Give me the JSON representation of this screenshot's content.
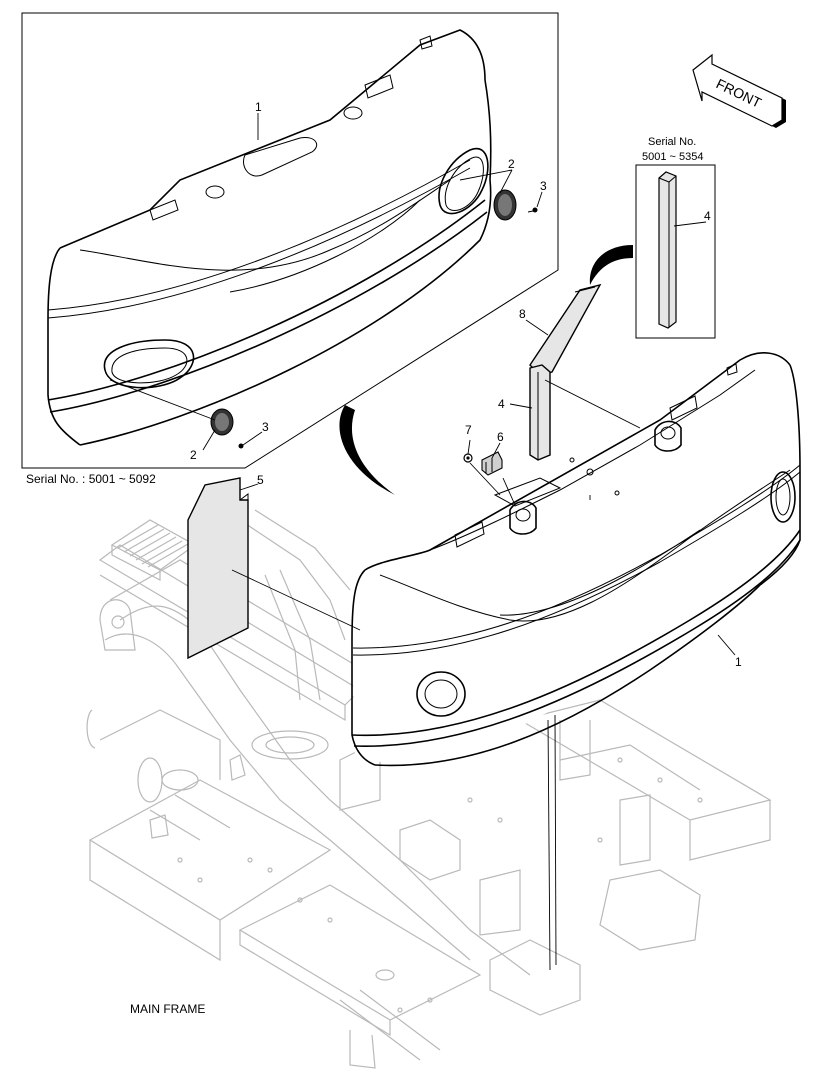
{
  "serial_inset": "Serial No. : 5001 ~ 5092",
  "serial_right_line1": "Serial No.",
  "serial_right_line2": "5001 ~ 5354",
  "front_label": "FRONT",
  "main_frame_label": "MAIN FRAME",
  "callouts": {
    "inset_1": "1",
    "inset_2_right": "2",
    "inset_3_right": "3",
    "inset_2_left": "2",
    "inset_3_left": "3",
    "right_4": "4",
    "main_8": "8",
    "main_4": "4",
    "main_7": "7",
    "main_6": "6",
    "main_5": "5",
    "main_1": "1"
  },
  "colors": {
    "line": "#000000",
    "frame": "#b9b9b9",
    "part_fill": "#e6e6e6"
  },
  "icons": [
    "front-arrow-icon"
  ]
}
